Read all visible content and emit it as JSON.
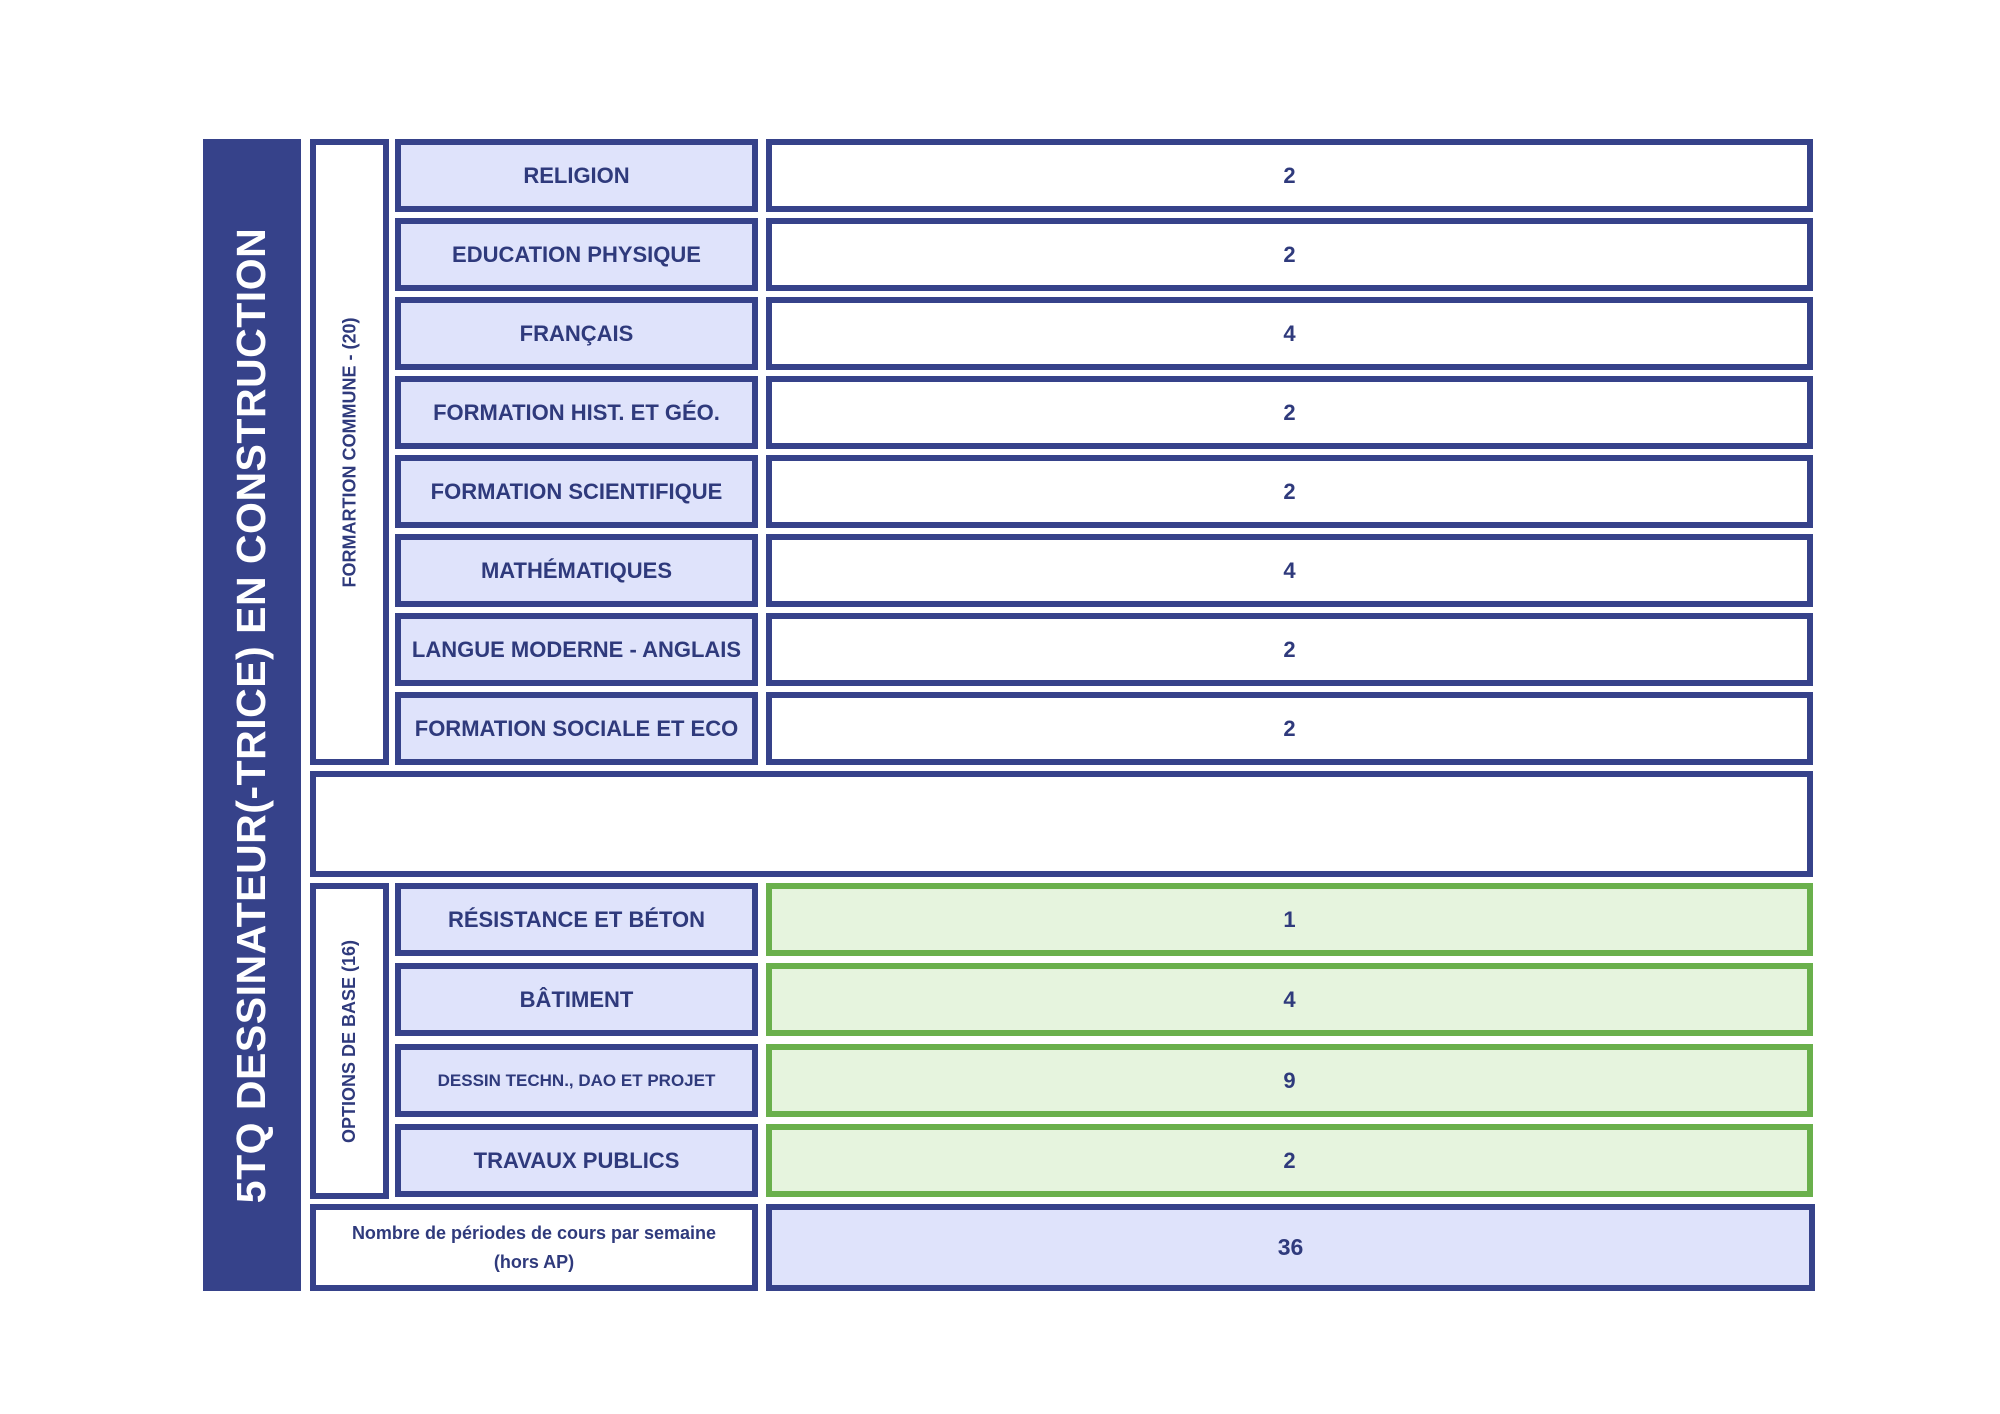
{
  "title": "5TQ DESSINATEUR(-TRICE) EN CONSTRUCTION",
  "groups": {
    "common": {
      "label": "FORMARTION COMMUNE - (20)",
      "rows": [
        {
          "subject": "RELIGION",
          "hours": "2"
        },
        {
          "subject": "EDUCATION PHYSIQUE",
          "hours": "2"
        },
        {
          "subject": "FRANÇAIS",
          "hours": "4"
        },
        {
          "subject": "FORMATION HIST. ET GÉO.",
          "hours": "2"
        },
        {
          "subject": "FORMATION SCIENTIFIQUE",
          "hours": "2"
        },
        {
          "subject": "MATHÉMATIQUES",
          "hours": "4"
        },
        {
          "subject": "LANGUE MODERNE - ANGLAIS",
          "hours": "2"
        },
        {
          "subject": "FORMATION SOCIALE ET ECO",
          "hours": "2"
        }
      ]
    },
    "options": {
      "label": "OPTIONS DE BASE  (16)",
      "rows": [
        {
          "subject": "RÉSISTANCE ET BÉTON",
          "hours": "1"
        },
        {
          "subject": "BÂTIMENT",
          "hours": "4"
        },
        {
          "subject": "DESSIN TECHN., DAO ET PROJET",
          "hours": "9"
        },
        {
          "subject": "TRAVAUX PUBLICS",
          "hours": "2"
        }
      ]
    }
  },
  "total": {
    "label_line1": "Nombre de périodes de cours par semaine",
    "label_line2": "(hors AP)",
    "value": "36"
  },
  "colors": {
    "navy": "#36428a",
    "subject_fill": "#dfe3fb",
    "option_border": "#6ab04c",
    "option_fill": "#e6f4de"
  }
}
